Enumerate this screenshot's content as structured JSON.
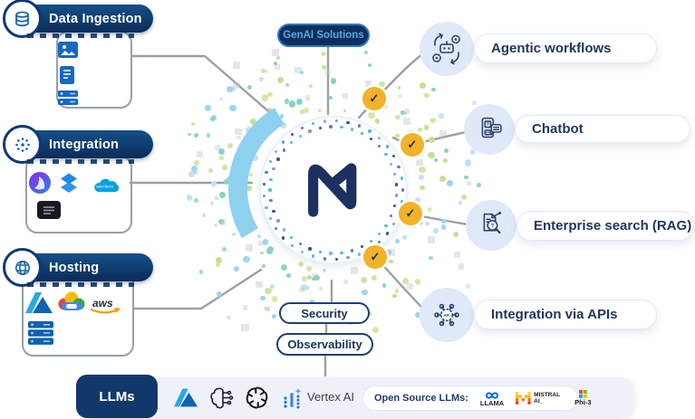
{
  "top_pill": {
    "label": "GenAI Solutions"
  },
  "left_sections": [
    {
      "label": "Data Ingestion",
      "badge_icon": "database-icon",
      "logos": [
        "image-file-icon",
        "document-file-icon",
        "storage-icon"
      ]
    },
    {
      "label": "Integration",
      "badge_icon": "integration-dots-icon",
      "logos": [
        "dynamics-365-logo",
        "connector-logo",
        "salesforce-logo",
        "dark-app-logo"
      ],
      "salesforce_text": "salesforce"
    },
    {
      "label": "Hosting",
      "badge_icon": "globe-icon",
      "logos": [
        "azure-logo",
        "google-cloud-logo",
        "aws-logo",
        "server-icon"
      ],
      "aws_text": "aws"
    }
  ],
  "center": {
    "logo": "n-mark"
  },
  "right_cards": [
    {
      "label": "Agentic workflows",
      "icon": "robot-gears-icon"
    },
    {
      "label": "Chatbot",
      "icon": "chatbot-phone-icon"
    },
    {
      "label": "Enterprise search (RAG)",
      "icon": "document-search-icon"
    },
    {
      "label": "Integration via APIs",
      "icon": "api-hub-icon"
    }
  ],
  "check_badge": {
    "glyph": "✓"
  },
  "governance_pills": [
    {
      "label": "Security"
    },
    {
      "label": "Observability"
    }
  ],
  "llms_bar": {
    "label": "LLMs",
    "providers": [
      "azure-logo",
      "ai-brain-icon",
      "openai-logo",
      "vertex-ai-logo"
    ],
    "vertex_label": "Vertex AI",
    "open_source": {
      "label": "Open Source LLMs:",
      "items": [
        {
          "name": "LLAMA",
          "logo": "meta-logo"
        },
        {
          "name": "MISTRAL AI_",
          "logo": "mistral-logo"
        },
        {
          "name": "Phi-3",
          "logo": "microsoft-logo"
        }
      ]
    }
  },
  "colors": {
    "navy": "#0c3667",
    "card_text": "#20365f",
    "badge_yellow": "#f3b229",
    "crescent_blue": "#8ed1ef",
    "line_gray": "#9aa0a6",
    "bar_bg": "#eef1f8",
    "dot_green": "#c5e094",
    "dot_blue": "#9bd7ee"
  }
}
